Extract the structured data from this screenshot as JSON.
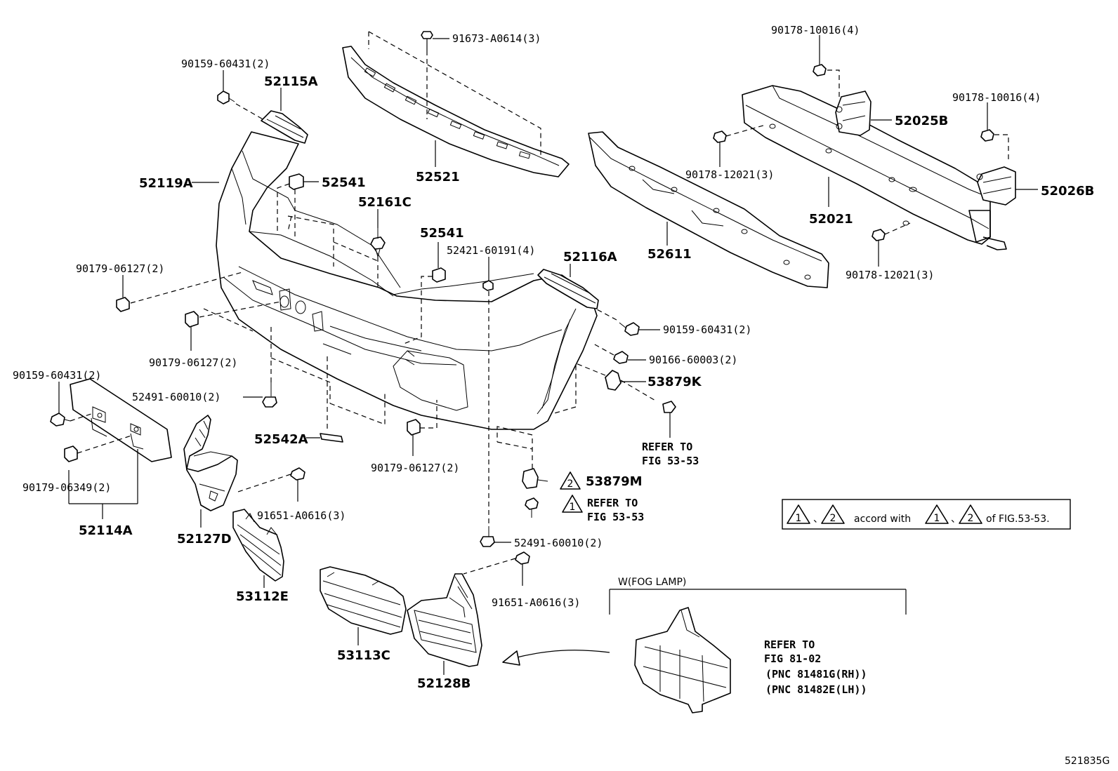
{
  "diagram": {
    "labels": {
      "p90159_60431_tl": "90159-60431(2)",
      "p52115A": "52115A",
      "p91673_A0614": "91673-A0614(3)",
      "p52521": "52521",
      "p90178_10016_a": "90178-10016(4)",
      "p90178_10016_b": "90178-10016(4)",
      "p52025B": "52025B",
      "p52026B": "52026B",
      "p90178_12021_a": "90178-12021(3)",
      "p90178_12021_b": "90178-12021(3)",
      "p52021": "52021",
      "p52611": "52611",
      "p52119A": "52119A",
      "p52541_a": "52541",
      "p52541_b": "52541",
      "p52161C": "52161C",
      "p52421_60191": "52421-60191(4)",
      "p52116A": "52116A",
      "p90179_06127_a": "90179-06127(2)",
      "p90179_06127_b": "90179-06127(2)",
      "p90179_06127_c": "90179-06127(2)",
      "p90159_60431_r": "90159-60431(2)",
      "p90166_60003": "90166-60003(2)",
      "p53879K": "53879K",
      "p90159_60431_l": "90159-60431(2)",
      "p52491_60010_a": "52491-60010(2)",
      "p52491_60010_b": "52491-60010(2)",
      "p52542A": "52542A",
      "p90179_06349": "90179-06349(2)",
      "p52114A": "52114A",
      "p52127D": "52127D",
      "p91651_A0616_a": "91651-A0616(3)",
      "p91651_A0616_b": "91651-A0616(3)",
      "p53879M": "53879M",
      "p53112E": "53112E",
      "p53113C": "53113C",
      "p52128B": "52128B",
      "ref_53_53_a_1": "REFER TO",
      "ref_53_53_a_2": "FIG 53-53",
      "ref_53_53_b_1": "REFER TO",
      "ref_53_53_b_2": "FIG 53-53",
      "ref_81_02_1": "REFER TO",
      "ref_81_02_2": "FIG 81-02",
      "ref_81_02_3": "(PNC 81481G(RH))",
      "ref_81_02_4": "(PNC 81482E(LH))",
      "fog_lamp_title": "W(FOG LAMP)",
      "tri_1": "1",
      "tri_2": "2",
      "note_sep1": "、",
      "note_mid": "accord with",
      "note_sep2": "、",
      "note_end": "of FIG.53-53.",
      "fig_id": "521835G"
    }
  }
}
